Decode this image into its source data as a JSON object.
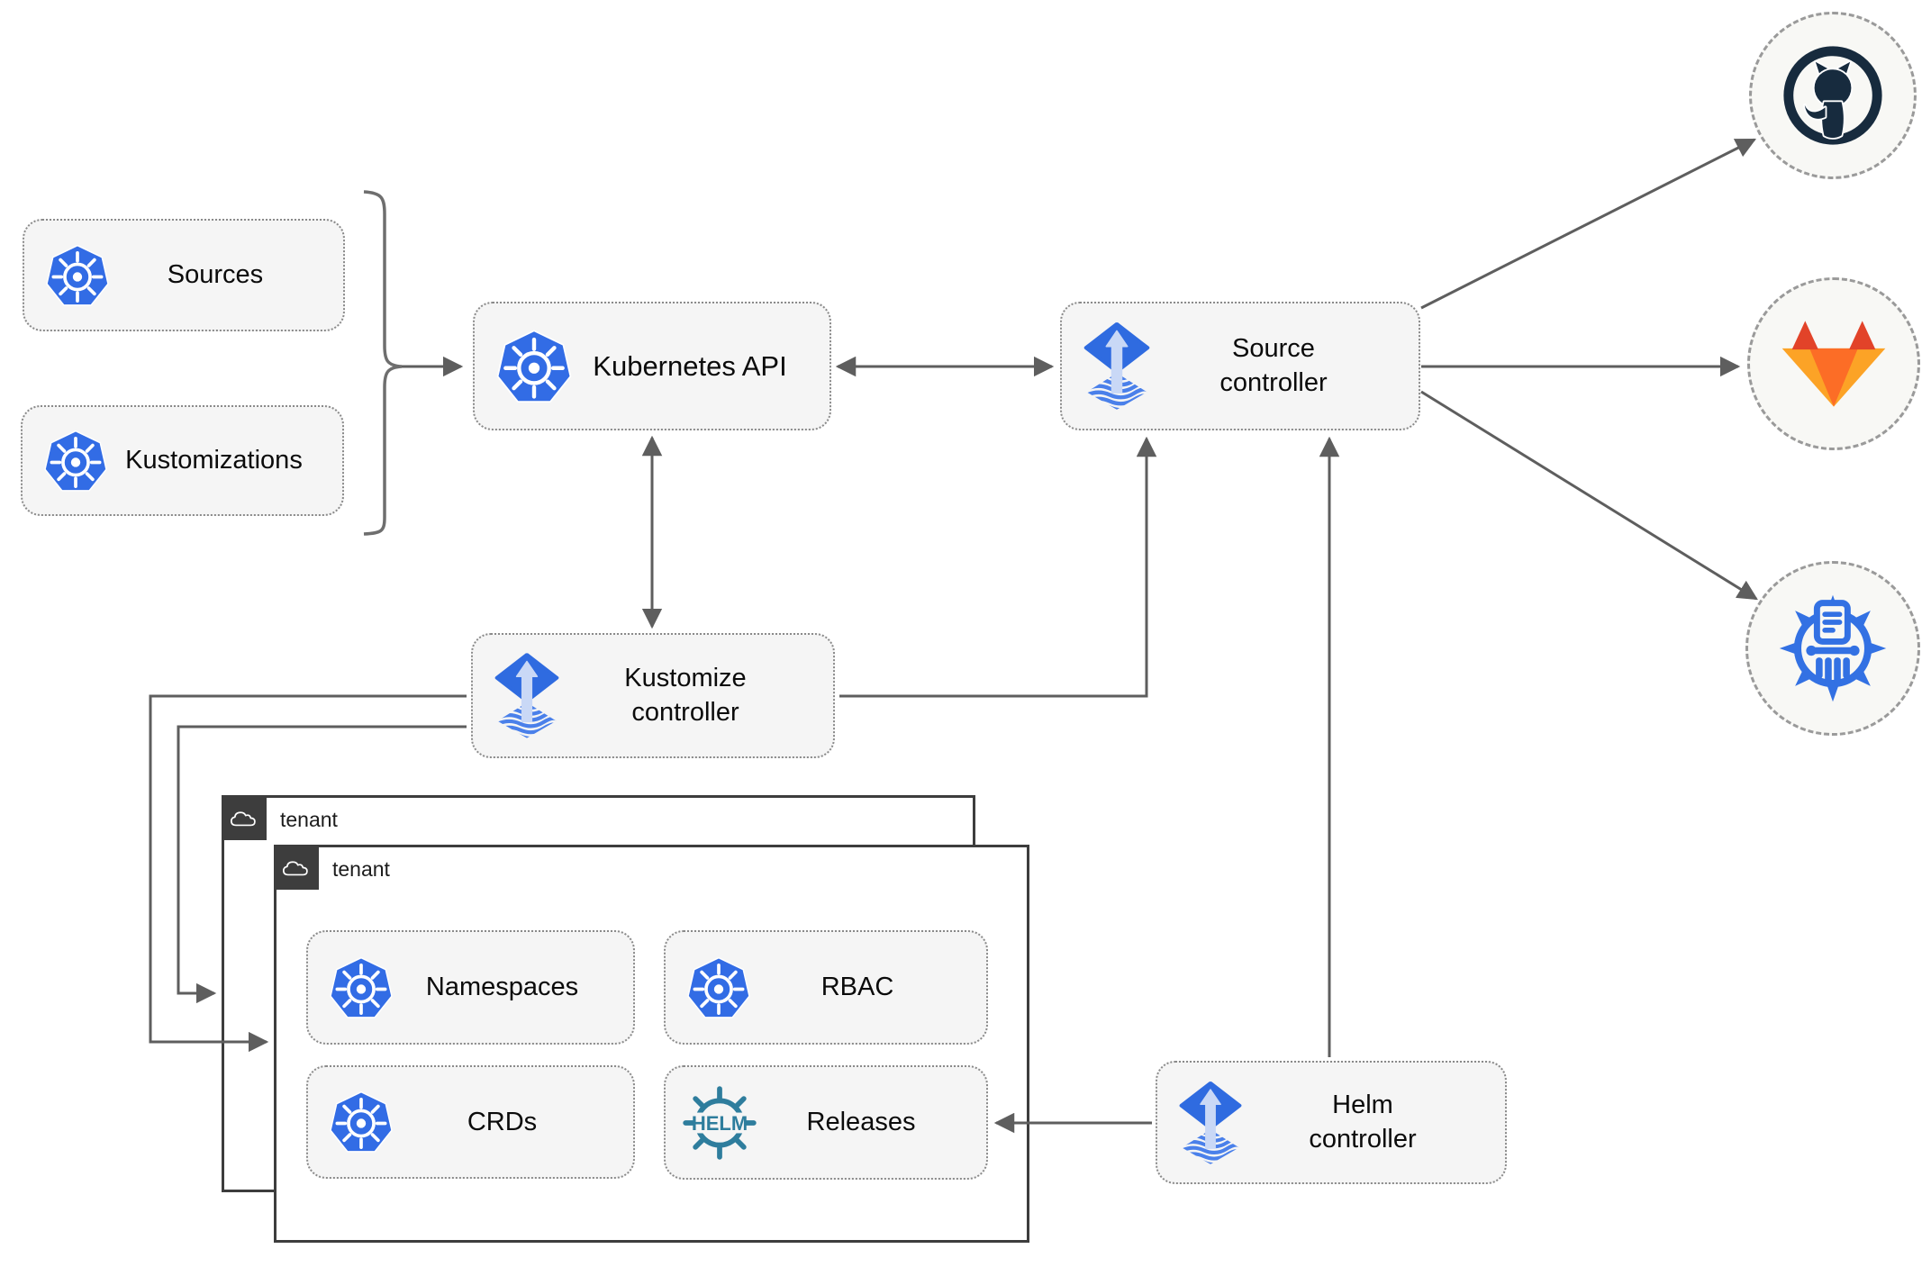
{
  "diagram": {
    "nodes": {
      "sources": {
        "label": "Sources",
        "icon": "kubernetes-icon"
      },
      "kustomizations": {
        "label": "Kustomizations",
        "icon": "kubernetes-icon"
      },
      "kubernetes_api": {
        "label": "Kubernetes API",
        "icon": "kubernetes-icon"
      },
      "source_controller": {
        "lines": [
          "Source",
          "controller"
        ],
        "icon": "flux-icon"
      },
      "kustomize_controller": {
        "lines": [
          "Kustomize",
          "controller"
        ],
        "icon": "flux-icon"
      },
      "helm_controller": {
        "lines": [
          "Helm",
          "controller"
        ],
        "icon": "flux-icon"
      },
      "namespaces": {
        "label": "Namespaces",
        "icon": "kubernetes-icon"
      },
      "rbac": {
        "label": "RBAC",
        "icon": "kubernetes-icon"
      },
      "crds": {
        "label": "CRDs",
        "icon": "kubernetes-icon"
      },
      "releases": {
        "label": "Releases",
        "icon": "helm-icon",
        "icon_text": "HELM"
      }
    },
    "groups": {
      "tenant_back": {
        "label": "tenant",
        "icon": "cloud-icon"
      },
      "tenant_front": {
        "label": "tenant",
        "icon": "cloud-icon"
      }
    },
    "external": [
      {
        "name": "github",
        "icon": "github-icon"
      },
      {
        "name": "gitlab",
        "icon": "gitlab-icon"
      },
      {
        "name": "helm-repository",
        "icon": "helm-repository-icon"
      }
    ],
    "edges": [
      {
        "from": "sources+kustomizations",
        "to": "kubernetes_api",
        "style": "brace-arrow"
      },
      {
        "from": "kubernetes_api",
        "to": "source_controller",
        "style": "double-arrow"
      },
      {
        "from": "kubernetes_api",
        "to": "kustomize_controller",
        "style": "double-arrow"
      },
      {
        "from": "kustomize_controller",
        "to": "source_controller",
        "style": "arrow"
      },
      {
        "from": "helm_controller",
        "to": "source_controller",
        "style": "arrow"
      },
      {
        "from": "helm_controller",
        "to": "releases",
        "style": "arrow"
      },
      {
        "from": "kustomize_controller",
        "to": "tenant_front",
        "style": "arrow"
      },
      {
        "from": "kustomize_controller",
        "to": "tenant_back",
        "style": "arrow"
      },
      {
        "from": "source_controller",
        "to": "github",
        "style": "arrow"
      },
      {
        "from": "source_controller",
        "to": "gitlab",
        "style": "arrow"
      },
      {
        "from": "source_controller",
        "to": "helm-repository",
        "style": "arrow"
      }
    ],
    "colors": {
      "kubernetes_blue": "#326ce5",
      "flux_blue": "#2f6be0",
      "flux_arrow_light": "#c9d8f6",
      "helm_teal": "#2e7d9d",
      "github_dark": "#172b3e",
      "gitlab_red": "#e24329",
      "gitlab_orange": "#fc6d26",
      "gitlab_light_orange": "#fca326",
      "chartmuseum_blue": "#3371e3",
      "node_fill": "#f5f5f5",
      "connector_gray": "#5e5e5e",
      "tenant_border": "#3d3d3d"
    }
  }
}
